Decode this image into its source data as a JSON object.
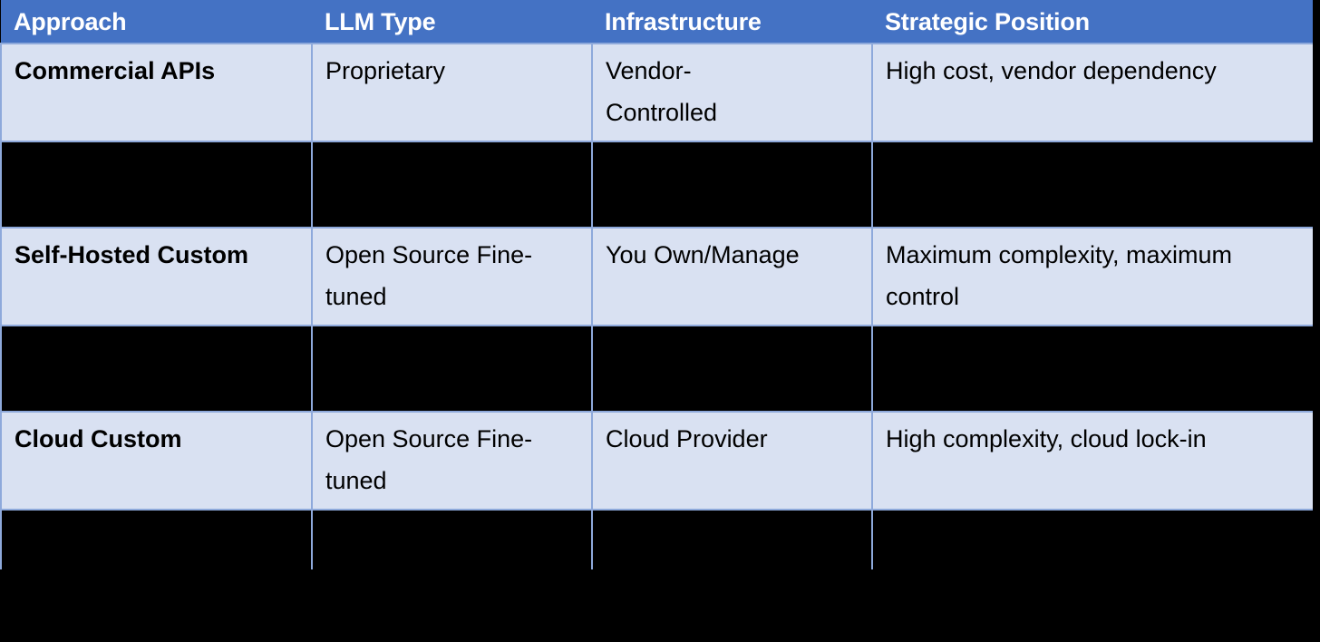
{
  "table": {
    "columns": [
      {
        "key": "approach",
        "label": "Approach"
      },
      {
        "key": "llm_type",
        "label": "LLM Type"
      },
      {
        "key": "infra",
        "label": "Infrastructure"
      },
      {
        "key": "strategic",
        "label": "Strategic Position"
      }
    ],
    "colors": {
      "header_background": "#4472C4",
      "header_text": "#FFFFFF",
      "row_background": "#D9E1F2",
      "row_border": "#8EA9DB",
      "body_text": "#000000",
      "redaction": "#000000",
      "page_background": "#000000"
    },
    "rows": [
      {
        "redacted": false,
        "approach": "Commercial APIs",
        "llm_type": "Proprietary",
        "infra": "Vendor-\nControlled",
        "strategic": "High cost, vendor dependency"
      },
      {
        "redacted": true,
        "approach": "",
        "llm_type": "",
        "infra": "",
        "strategic": ""
      },
      {
        "redacted": false,
        "approach": "Self-Hosted Custom",
        "llm_type": "Open Source Fine-tuned",
        "infra": "You Own/Manage",
        "strategic": "Maximum complexity, maximum control"
      },
      {
        "redacted": true,
        "approach": "",
        "llm_type": "",
        "infra": "",
        "strategic": ""
      },
      {
        "redacted": false,
        "approach": "Cloud Custom",
        "llm_type": "Open Source Fine-tuned",
        "infra": "Cloud Provider",
        "strategic": "High complexity, cloud lock-in"
      },
      {
        "redacted": true,
        "approach": "",
        "llm_type": "",
        "infra": "",
        "strategic": ""
      }
    ]
  }
}
